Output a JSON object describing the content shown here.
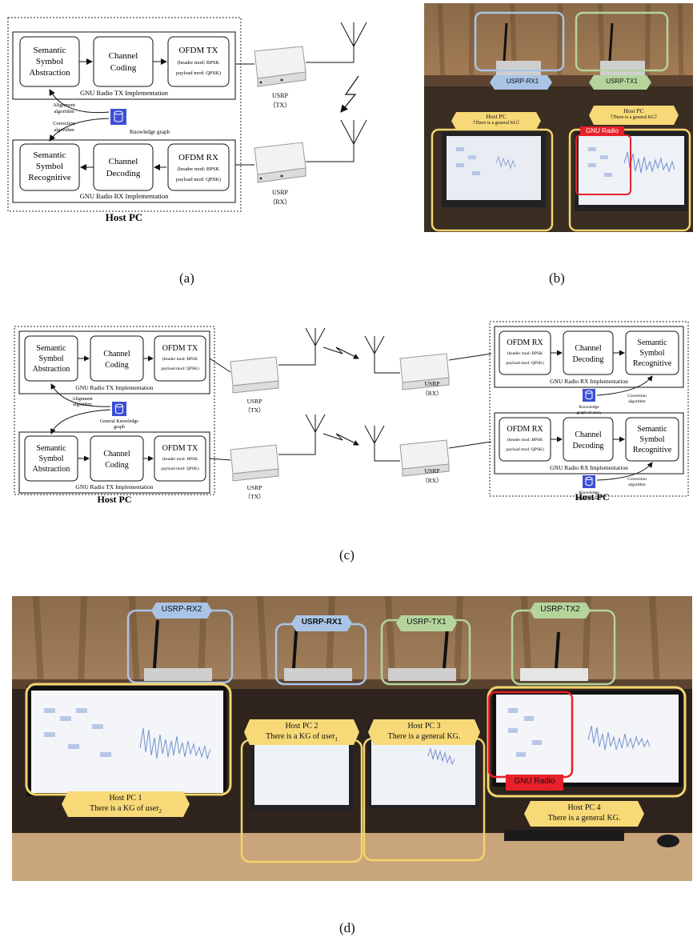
{
  "panel_a": {
    "tx_group": "GNU Radio TX Implementation",
    "rx_group": "GNU Radio RX Implementation",
    "host": "Host PC",
    "ssa": [
      "Semantic",
      "Symbol",
      "Abstraction"
    ],
    "cc": [
      "Channel",
      "Coding"
    ],
    "ofdm_tx": [
      "OFDM TX",
      "(header mod: BPSK",
      "payload mod: QPSK)"
    ],
    "ssr": [
      "Semantic",
      "Symbol",
      "Recognitive"
    ],
    "cd": [
      "Channel",
      "Decoding"
    ],
    "ofdm_rx": [
      "OFDM RX",
      "(header mod: BPSK",
      "payload mod: QPSK)"
    ],
    "align": [
      "Alignment",
      "algorithm"
    ],
    "correct": [
      "Correction",
      "algorithm"
    ],
    "kg": "Knowledge graph",
    "usrp_tx": [
      "USRP",
      "（TX）"
    ],
    "usrp_rx": [
      "USRP",
      "（RX）"
    ],
    "caption": "(a)"
  },
  "panel_b": {
    "rx1": "USRP-RX1",
    "tx1": "USRP-TX1",
    "host_left": [
      "Host PC",
      "（There is a general KG）"
    ],
    "host_right": [
      "Host PC",
      "（There is a general KG）"
    ],
    "gnu": "GNU Radio",
    "caption": "(b)"
  },
  "panel_c": {
    "tx_group": "GNU Radio TX Implementation",
    "rx_group": "GNU Radio RX Implementation",
    "host": "Host PC",
    "gkg": [
      "General Knowledge",
      "graph"
    ],
    "kg_user1": [
      "Knowledge",
      "graph of user"
    ],
    "kg_user2": [
      "Knowledge",
      "graph of user"
    ],
    "align": [
      "Alignment",
      "algorithm"
    ],
    "correct": [
      "Correction",
      "algorithm"
    ],
    "usrp_tx": [
      "USRP",
      "（TX）"
    ],
    "usrp_rx": [
      "USRP",
      "（RX）"
    ],
    "caption": "(c)"
  },
  "panel_d": {
    "rx2": "USRP-RX2",
    "rx1": "USRP-RX1",
    "tx1": "USRP-TX1",
    "tx2": "USRP-TX2",
    "pc1": [
      "Host PC 1",
      "There is a KG of user"
    ],
    "pc2": [
      "Host PC 2",
      "There is a KG of user"
    ],
    "pc3": [
      "Host PC 3",
      "There is a general KG."
    ],
    "pc4": [
      "Host PC 4",
      "There is a general KG."
    ],
    "gnu": "GNU Radio",
    "caption": "(d)"
  },
  "colors": {
    "blue_box": "#a9c4e6",
    "green_box": "#b4d49c",
    "yellow_box": "#f2d56e",
    "label_yellow": "#f7d977",
    "gnu_red": "#e8202a",
    "kg_blue": "#3d4fd6"
  }
}
